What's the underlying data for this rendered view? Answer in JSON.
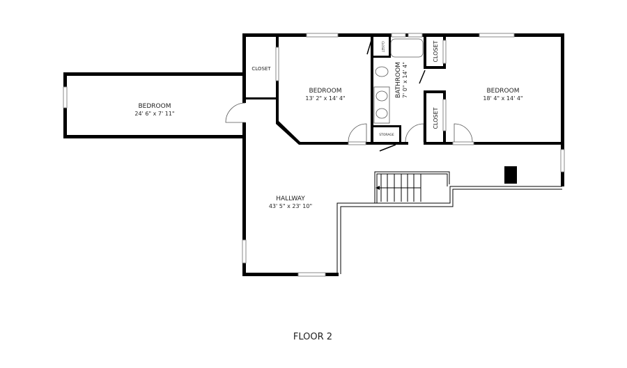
{
  "floor_label": "FLOOR 2",
  "rooms": [
    {
      "name": "BEDROOM",
      "dims": "24' 6\" x 7' 11\""
    },
    {
      "name": "BEDROOM",
      "dims": "13' 2\" x 14' 4\""
    },
    {
      "name": "BATHROOM",
      "dims": "7' 0\" x 14' 4\""
    },
    {
      "name": "BEDROOM",
      "dims": "18' 4\" x 14' 4\""
    },
    {
      "name": "HALLWAY",
      "dims": "43' 5\" x 23' 10\""
    }
  ],
  "small_labels": {
    "closet_left": "CLOSET",
    "closet_bath": "CLOSET",
    "closet_right_top": "CLOSET",
    "closet_right_bottom": "CLOSET",
    "storage": "STORAGE"
  },
  "colors": {
    "wall": "#000000",
    "background": "#ffffff"
  }
}
